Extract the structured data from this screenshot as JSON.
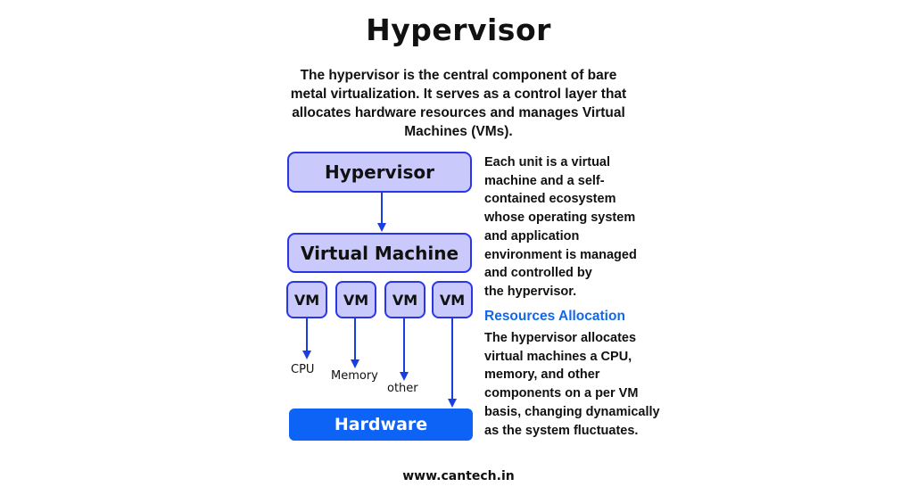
{
  "title": "Hypervisor",
  "intro": "The hypervisor is the central component of bare metal virtualization. It serves as a control layer that allocates hardware resources and manages Virtual Machines (VMs).",
  "diagram": {
    "hypervisor_label": "Hypervisor",
    "virtual_machine_label": "Virtual Machine",
    "vm_labels": [
      "VM",
      "VM",
      "VM",
      "VM"
    ],
    "resource_labels": [
      "CPU",
      "Memory",
      "other"
    ],
    "hardware_label": "Hardware",
    "colors": {
      "box_fill": "#c9c9fb",
      "box_border": "#2a35e8",
      "arrow": "#1a3fe0",
      "hardware": "#0d63f5",
      "accent_text": "#1468e8"
    }
  },
  "side": {
    "description": "Each unit is a virtual\nmachine and a self-\ncontained ecosystem\nwhose operating system\nand  application\nenvironment is managed\nand controlled by\nthe hypervisor.",
    "resources_title": "Resources Allocation",
    "resources_text": "The hypervisor allocates\nvirtual machines a CPU,\nmemory, and other\ncomponents on a per VM\nbasis, changing dynamically\nas the system fluctuates."
  },
  "footer": "www.cantech.in"
}
